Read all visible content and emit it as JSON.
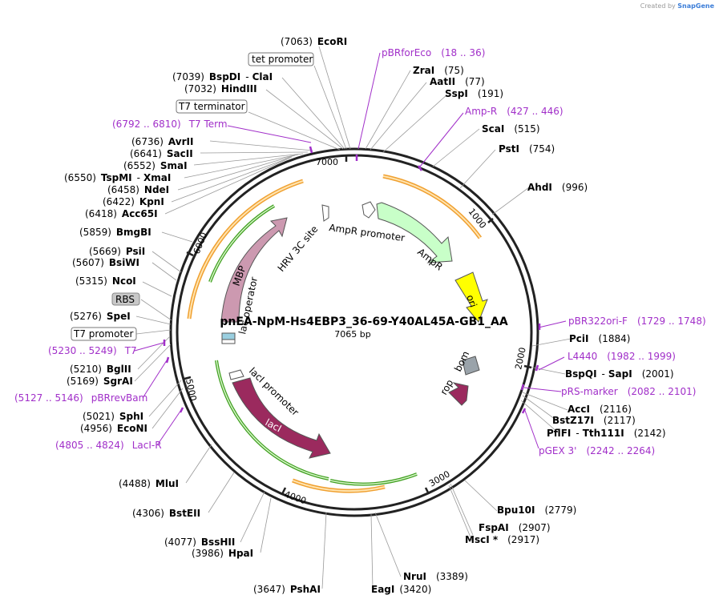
{
  "branding": {
    "prefix": "Created by",
    "name": "SnapGene"
  },
  "plasmid": {
    "name": "pnEA-NpM-Hs4EBP3_36-69-Y40AL45A-GB1_AA",
    "length_label": "7065 bp",
    "length": 7065
  },
  "ruler": [
    "1000",
    "2000",
    "3000",
    "4000",
    "5000",
    "6000",
    "7000"
  ],
  "features": {
    "ampr": "AmpR",
    "ampr_promoter": "AmpR promoter",
    "ori": "ori",
    "rop": "rop",
    "bom": "bom",
    "laci": "lacI",
    "laci_promoter": "lacI promoter",
    "lac_operator": "lac operator",
    "mbp": "MBP",
    "hrv": "HRV 3C site"
  },
  "enzymes_left": [
    {
      "pos": "(7063)",
      "name": "EcoRI"
    },
    {
      "pos": "(7039)",
      "name": "BspDI",
      "extra": "ClaI"
    },
    {
      "pos": "(7032)",
      "name": "HindIII"
    },
    {
      "pos": "(6736)",
      "name": "AvrII"
    },
    {
      "pos": "(6641)",
      "name": "SacII"
    },
    {
      "pos": "(6552)",
      "name": "SmaI"
    },
    {
      "pos": "(6550)",
      "name": "TspMI",
      "extra": "XmaI"
    },
    {
      "pos": "(6458)",
      "name": "NdeI"
    },
    {
      "pos": "(6422)",
      "name": "KpnI"
    },
    {
      "pos": "(6418)",
      "name": "Acc65I"
    },
    {
      "pos": "(5859)",
      "name": "BmgBI"
    },
    {
      "pos": "(5669)",
      "name": "PsiI"
    },
    {
      "pos": "(5607)",
      "name": "BsiWI"
    },
    {
      "pos": "(5315)",
      "name": "NcoI"
    },
    {
      "pos": "(5276)",
      "name": "SpeI"
    },
    {
      "pos": "(5210)",
      "name": "BglII"
    },
    {
      "pos": "(5169)",
      "name": "SgrAI"
    },
    {
      "pos": "(5021)",
      "name": "SphI"
    },
    {
      "pos": "(4956)",
      "name": "EcoNI"
    },
    {
      "pos": "(4488)",
      "name": "MluI"
    },
    {
      "pos": "(4306)",
      "name": "BstEII"
    },
    {
      "pos": "(4077)",
      "name": "BssHII"
    },
    {
      "pos": "(3986)",
      "name": "HpaI"
    },
    {
      "pos": "(3647)",
      "name": "PshAI"
    },
    {
      "pos": "(3420)",
      "name": "EagI"
    }
  ],
  "enzymes_right": [
    {
      "name": "ZraI",
      "pos": "(75)"
    },
    {
      "name": "AatII",
      "pos": "(77)"
    },
    {
      "name": "SspI",
      "pos": "(191)"
    },
    {
      "name": "ScaI",
      "pos": "(515)"
    },
    {
      "name": "PstI",
      "pos": "(754)"
    },
    {
      "name": "AhdI",
      "pos": "(996)"
    },
    {
      "name": "PciI",
      "pos": "(1884)"
    },
    {
      "name": "BspQI",
      "extra": "SapI",
      "pos": "(2001)"
    },
    {
      "name": "AccI",
      "pos": "(2116)"
    },
    {
      "name": "BstZ17I",
      "pos": "(2117)"
    },
    {
      "name": "PflFI",
      "extra": "Tth111I",
      "pos": "(2142)"
    },
    {
      "name": "Bpu10I",
      "pos": "(2779)"
    },
    {
      "name": "FspAI",
      "pos": "(2907)"
    },
    {
      "name": "MscI *",
      "pos": "(2917)"
    },
    {
      "name": "NruI",
      "pos": "(3389)"
    }
  ],
  "primers": [
    {
      "name": "pBRforEco",
      "range": "(18 .. 36)"
    },
    {
      "name": "Amp-R",
      "range": "(427 .. 446)"
    },
    {
      "name": "pBR322ori-F",
      "range": "(1729 .. 1748)"
    },
    {
      "name": "L4440",
      "range": "(1982 .. 1999)"
    },
    {
      "name": "pRS-marker",
      "range": "(2082 .. 2101)"
    },
    {
      "name": "pGEX 3'",
      "range": "(2242 .. 2264)"
    },
    {
      "name": "T7 Term",
      "range": "(6792 .. 6810)"
    },
    {
      "name": "T7",
      "range": "(5230 .. 5249)"
    },
    {
      "name": "pBRrevBam",
      "range": "(5127 .. 5146)"
    },
    {
      "name": "LacI-R",
      "range": "(4805 .. 4824)"
    }
  ],
  "boxes": {
    "tet_promoter": "tet promoter",
    "t7_terminator": "T7 terminator",
    "rbs": "RBS",
    "t7_promoter": "T7 promoter"
  },
  "colors": {
    "ampr": "#c8ffc8",
    "ori": "#ffff00",
    "laci": "#9b2a5e",
    "mbp": "#cc99b0",
    "primer": "#a12fc9",
    "orf": "#f0a030",
    "orf_inner": "#3f9f1f",
    "bom": "#9aa3aa"
  }
}
